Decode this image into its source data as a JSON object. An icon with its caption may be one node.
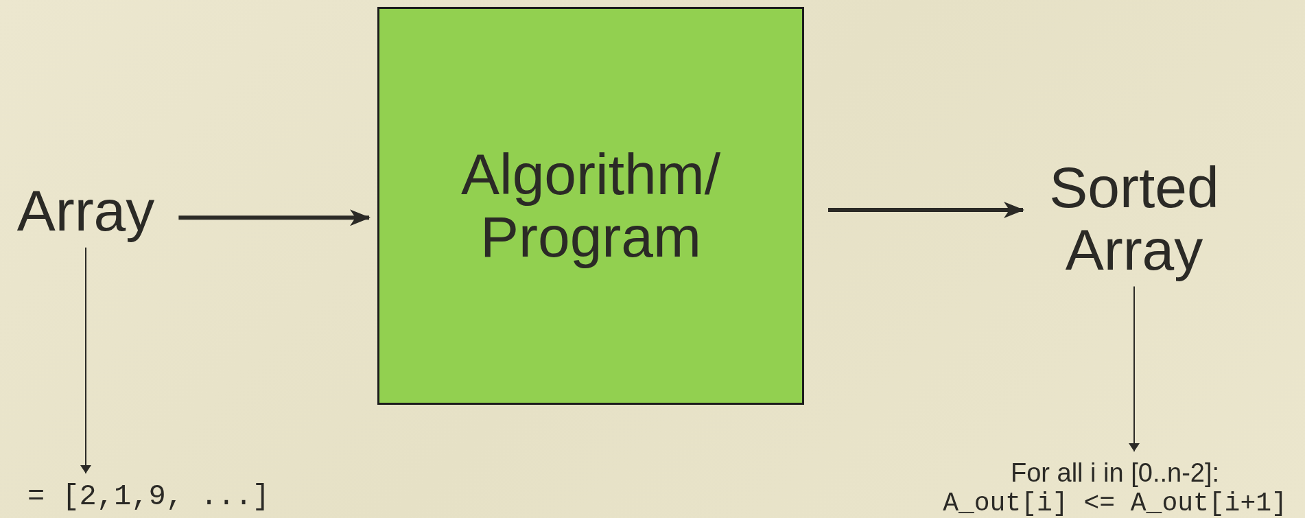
{
  "diagram": {
    "nodes": [
      {
        "text": [
          "Array"
        ]
      },
      {
        "text": [
          "Algorithm/ Program"
        ]
      },
      {
        "text": [
          "Sorted Array"
        ]
      },
      {
        "text": [
          "= [2,1,9, ...]"
        ]
      },
      {
        "text": [
          "For all i in [0..n-2]:",
          "A_out[i] <= A_out[i+1]"
        ]
      }
    ],
    "edges": [
      {
        "from": 0,
        "to": 1,
        "arrow": "to",
        "style": "thick"
      },
      {
        "from": 1,
        "to": 2,
        "arrow": "to",
        "style": "thick"
      },
      {
        "from": 0,
        "to": 3,
        "arrow": "to"
      },
      {
        "from": 2,
        "to": 4,
        "arrow": "to"
      }
    ]
  }
}
